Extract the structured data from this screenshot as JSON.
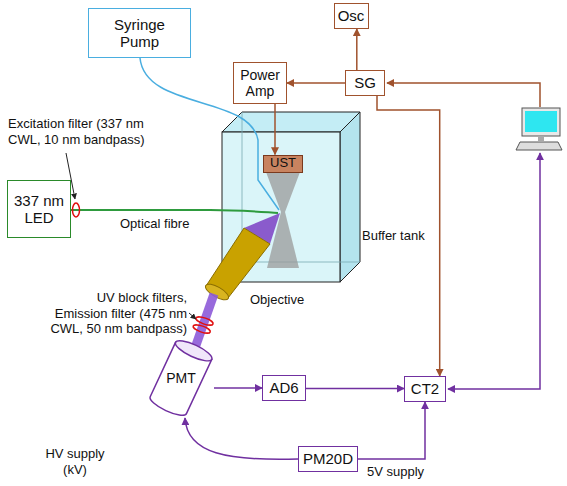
{
  "diagram": {
    "nodes": [
      {
        "text": [
          "Syringe Pump"
        ]
      },
      {
        "text": [
          "Osc"
        ]
      },
      {
        "text": [
          "Power Amp"
        ]
      },
      {
        "text": [
          "SG"
        ]
      },
      {
        "text": [
          "337 nm LED"
        ]
      },
      {
        "text": [
          "UST"
        ]
      },
      {
        "text": [
          "PMT"
        ]
      },
      {
        "text": [
          "AD6"
        ]
      },
      {
        "text": [
          "CT2"
        ]
      },
      {
        "text": [
          "PM20D"
        ]
      }
    ],
    "edges": [
      {
        "from": 2,
        "to": 5,
        "arrow": "to"
      },
      {
        "from": 3,
        "to": 2,
        "arrow": "to"
      },
      {
        "from": 3,
        "to": 1,
        "arrow": "to"
      },
      {
        "from": 3,
        "to": 8,
        "arrow": "to"
      },
      {
        "from": 6,
        "to": 7,
        "arrow": "to"
      },
      {
        "from": 7,
        "to": 8,
        "arrow": "to"
      },
      {
        "from": 9,
        "to": 8,
        "arrow": "to",
        "label": "5V supply"
      },
      {
        "from": 9,
        "to": 6,
        "arrow": "to",
        "label": "HV supply (kV)"
      }
    ],
    "labels": [
      "Excitation filter (337 nm CWL, 10 nm bandpass)",
      "Optical fibre",
      "UV block filters, Emission filter (475 nm CWL, 50 nm bandpass)",
      "Objective",
      "Buffer tank"
    ]
  }
}
